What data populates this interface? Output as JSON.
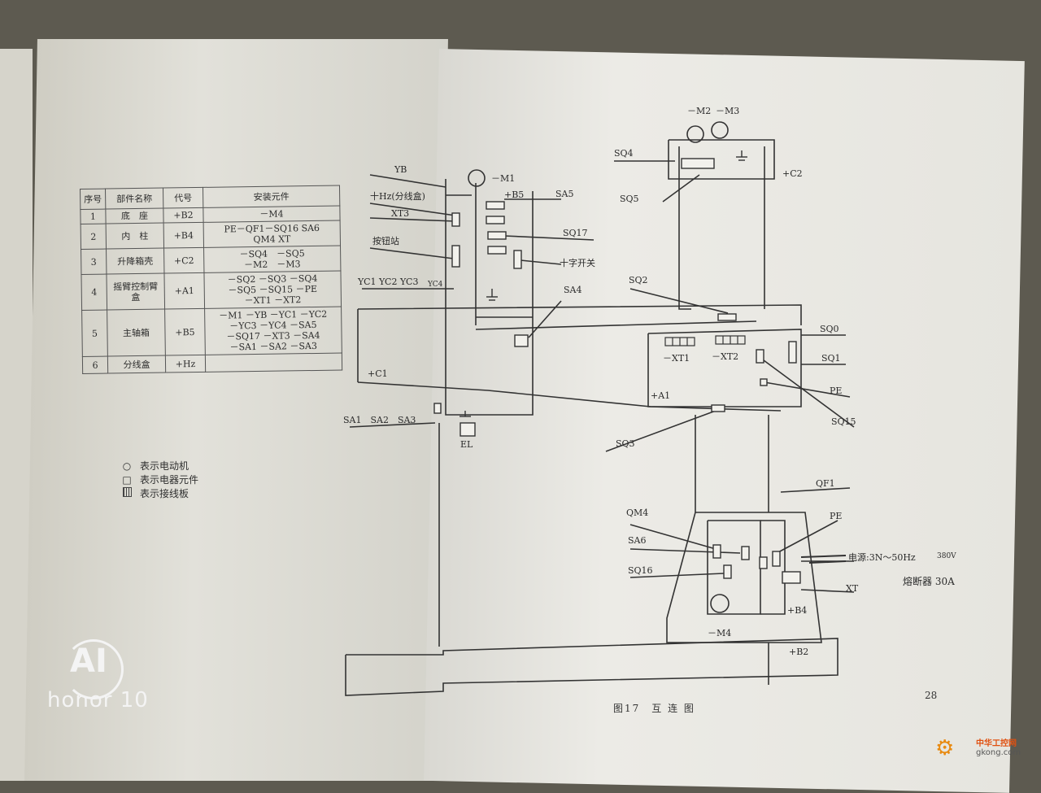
{
  "table": {
    "headers": [
      "序号",
      "部件名称",
      "代号",
      "安装元件"
    ],
    "rows": [
      {
        "no": "1",
        "name": "底　座",
        "code": "+B2",
        "parts": [
          "－M4"
        ]
      },
      {
        "no": "2",
        "name": "内　柱",
        "code": "+B4",
        "parts": [
          "PE－QF1－SQ16 SA6",
          "QM4 XT"
        ]
      },
      {
        "no": "3",
        "name": "升降箱壳",
        "code": "+C2",
        "parts": [
          "－SQ4　－SQ5",
          "－M2　－M3"
        ]
      },
      {
        "no": "4",
        "name": "摇臂控制臂　盒",
        "code": "+A1",
        "parts": [
          "－SQ2 －SQ3 －SQ4",
          "－SQ5 －SQ15 －PE",
          "－XT1 －XT2"
        ]
      },
      {
        "no": "5",
        "name": "主轴箱",
        "code": "+B5",
        "parts": [
          "－M1 －YB －YC1 －YC2",
          "－YC3 －YC4 －SA5",
          "－SQ17 －XT3 －SA4",
          "－SA1 －SA2 －SA3"
        ]
      },
      {
        "no": "6",
        "name": "分线盒",
        "code": "+Hz",
        "parts": [
          ""
        ]
      }
    ]
  },
  "legend": [
    {
      "icon": "circle-icon",
      "text": "表示电动机"
    },
    {
      "icon": "square-icon",
      "text": "表示电器元件"
    },
    {
      "icon": "terminal-board-icon",
      "text": "表示接线板"
    }
  ],
  "diagram": {
    "labels": {
      "m2": "－M2",
      "m3": "－M3",
      "sq4": "SQ4",
      "c2": "+C2",
      "sq5": "SQ5",
      "yb": "YB",
      "m1": "－M1",
      "hz": "十Hz(分线盒)",
      "b5": "+B5",
      "sa5": "SA5",
      "xt3": "XT3",
      "sq17": "SQ17",
      "btn": "按钮站",
      "cross": "十字开关",
      "yc": "YC1 YC2 YC3",
      "yc4": "YC4",
      "sa4": "SA4",
      "sq2": "SQ2",
      "sq0": "SQ0",
      "sq1": "SQ1",
      "xt1": "－XT1",
      "xt2": "－XT2",
      "c1": "+C1",
      "pe1": "PE",
      "a1": "+A1",
      "sq15": "SQ15",
      "sa123": "SA1　SA2　SA3",
      "el": "EL",
      "sq3": "SQ3",
      "qf1": "QF1",
      "qm4": "QM4",
      "pe2": "PE",
      "sa6": "SA6",
      "power": "电源:3N～50Hz",
      "v380": "380V",
      "sq16": "SQ16",
      "fuse": "熔断器 30A",
      "xt": "XT",
      "b4": "+B4",
      "m4": "－M4",
      "b2": "+B2"
    }
  },
  "caption": "图17　互 连 图",
  "page_number": "28",
  "watermark": {
    "logo": "AI",
    "brand": "honor 10"
  },
  "site": {
    "name": "中华工控网",
    "url": "gkong.com"
  },
  "colors": {
    "paper": "#e8e7e1",
    "ink": "#2a2a2a",
    "background": "#5d5a50",
    "site_orange": "#e05010"
  }
}
